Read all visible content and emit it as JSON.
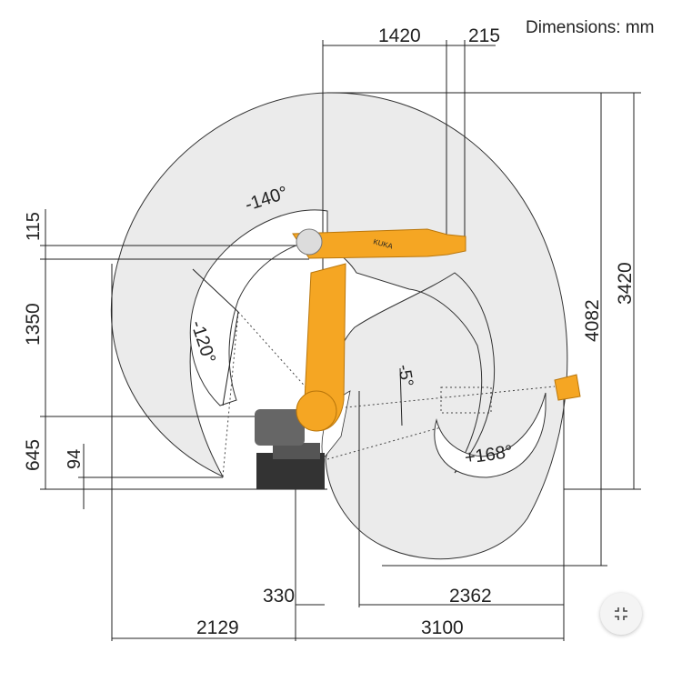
{
  "header": {
    "units_label": "Dimensions: mm"
  },
  "dimensions": {
    "top_reach": "1420",
    "top_flange": "215",
    "left_offset_upper": "115",
    "left_arm": "1350",
    "left_base": "645",
    "left_small": "94",
    "right_outer": "3420",
    "right_inner": "4082",
    "bottom_offset": "330",
    "bottom_inner_reach": "2362",
    "bottom_back_reach": "2129",
    "bottom_front_reach": "3100"
  },
  "angles": {
    "axis2": "-140°",
    "axis3": "-120°",
    "axis5": "-5°",
    "axis5_pos": "+168°"
  },
  "robot": {
    "logo_text": "KUKA",
    "color": "#f5a623"
  },
  "controls": {
    "fullscreen_icon": "collapse-icon"
  }
}
